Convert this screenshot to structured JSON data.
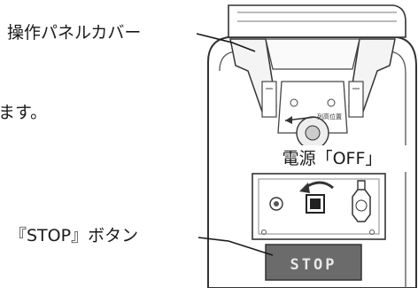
{
  "labels": {
    "cover": "操作パネルカバー",
    "partial_text": "ます。",
    "power": "電源「OFF」",
    "stop_button": "『STOP』ボタン",
    "diagram_arrow_text": "列高位置",
    "stop_plate_text": "STOP"
  }
}
